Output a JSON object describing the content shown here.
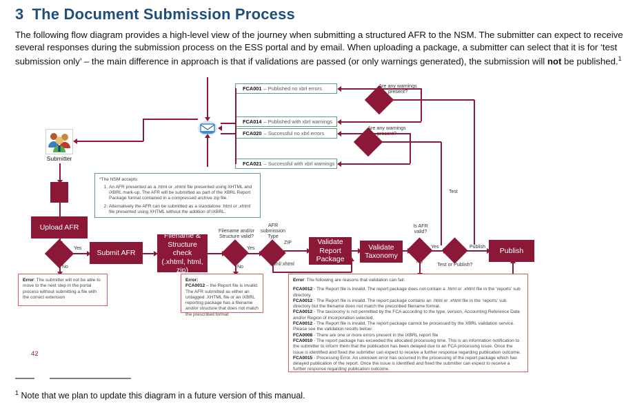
{
  "heading": {
    "number": "3",
    "title": "The Document Submission Process"
  },
  "intro": {
    "part1": "The following flow diagram provides a high-level view of the journey when submitting a structured AFR to the NSM. The submitter can expect to receive several responses during the submission process on the ESS portal and by email. When uploading a package, a submitter can select that it is for ‘test submission only’ – the main difference in approach is that if validations are passed (or only warnings generated), the submission will ",
    "bold": "not",
    "part2": " be published.",
    "footnote_marker": "1"
  },
  "diagram": {
    "submitter": {
      "label": "Submitter",
      "icon": "people-icon"
    },
    "mail_icon": "email-icon",
    "fca_messages": [
      {
        "code": "FCA001",
        "dash": "–",
        "text": "Published no xbrl errors"
      },
      {
        "code": "FCA014",
        "dash": "–",
        "text": "Published with xbrl warnings"
      },
      {
        "code": "FCA020",
        "dash": "–",
        "text": "Successful no xbrl errors"
      },
      {
        "code": "FCA021",
        "dash": "–",
        "text": "Successful with xbrl warnings"
      }
    ],
    "note": {
      "header": "*The NSM accepts:",
      "items": [
        "An AFR presented as a .html or .xhtml file presented using XHTML and iXBRL mark-up. The AFR will be submitted as part of the XBRL Report Package format contained in a compressed archive zip file.",
        "Alternatively the AFR can be submitted as a standalone .html or .xhtml file presented using XHTML without the addition of iXBRL."
      ]
    },
    "processes": [
      {
        "id": "upload-afr",
        "label": "Upload AFR"
      },
      {
        "id": "submit-afr",
        "label": "Submit AFR"
      },
      {
        "id": "filename-structure-check",
        "label": "Filename &\nStructure\ncheck\n(.xhtml, html,\nzip)"
      },
      {
        "id": "validate-report-package",
        "label": "Validate\nReport\nPackage"
      },
      {
        "id": "validate-taxonomy",
        "label": "Validate\nTaxonomy"
      },
      {
        "id": "publish",
        "label": "Publish"
      }
    ],
    "decision_labels": {
      "warnings_1": "Are any warnings\npresent?",
      "warnings_2": "Are any warnings\npresent?",
      "filename_valid": "Filename and/or\nStructure valid?",
      "afr_submission_type": "AFR\nsubmission\nType",
      "is_afr_valid": "Is AFR\nvalid?",
      "test_or_publish": "Test or Publish?"
    },
    "edge_labels": {
      "upload_yes": "Yes",
      "upload_no": "No",
      "filename_yes": "Yes",
      "filename_no": "No",
      "type_zip": "ZIP",
      "type_html": ".html/.xhtml",
      "valid_yes": "Yes",
      "valid_no": "No",
      "publish": "Publish",
      "test": "Test"
    },
    "error_left": {
      "bold": "Error",
      "text": ": The submitter will not be able to move to the next step in the portal process without submitting a file with the correct extension"
    },
    "error_mid": {
      "title": "Error:",
      "code": "FCA0012",
      "text": " – the Report file is invalid. The AFR submitted as either an untagged .XHTML file or an iXBRL reporting package has a filename and/or structure that does not match the prescribed format"
    },
    "error_right": {
      "bold": "Error",
      "intro": ": The following are reasons that validation can fail:",
      "items": [
        {
          "code": "FCA0012",
          "text": " - The Report file is invalid. The report package does not contain a .html or .xhtml file in the ‘reports’ sub directory."
        },
        {
          "code": "FCA0012",
          "text": " - The Report file is invalid. The report package contains an .html or .xhtml file in the ‘reports’ sub directory but the filename does not match the prescribed filename format."
        },
        {
          "code": "FCA0012",
          "text": " - The taxonomy is not permitted by the FCA according to the type, version, Accounting Reference Date and/or Region of Incorporation selected."
        },
        {
          "code": "FCA0012",
          "text": " - The Report file is invalid. The report package cannot be processed by the XBRL validation service. Please see the validation results below."
        },
        {
          "code": "FCA0008",
          "text": " - There are one or more errors present in the iXBRL report file"
        },
        {
          "code": "FCA0010",
          "text": " - The report package has exceeded the allocated processing time. This is an information notification to the submitter to inform them that the publication has been delayed due to an FCA processing issue. Once the issue is identified and fixed the submitter can expect to receive a further response regarding publication outcome."
        },
        {
          "code": "FCA0015",
          "text": " - Processing Error. An unknown error has occurred in the processing of the report package which has delayed publication of the report. Once the issue is identified and fixed the submitter can expect to receive a further response regarding publication outcome."
        }
      ]
    }
  },
  "footer": {
    "page_number": "42",
    "footnote_marker": "1",
    "footnote_text": "Note that we plan to update this diagram in a future version of this manual."
  },
  "colors": {
    "heading_blue": "#1F4E79",
    "flow_maroon": "#8C1838",
    "message_green": "#5FA07A",
    "error_red": "#E8545B"
  }
}
